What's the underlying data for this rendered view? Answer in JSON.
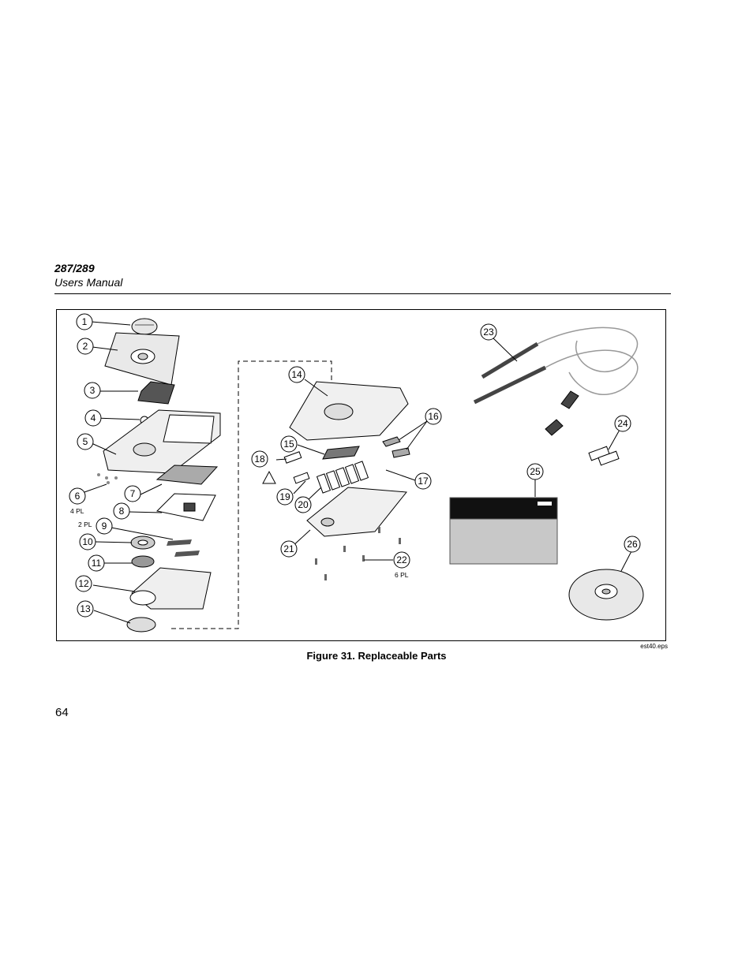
{
  "header": {
    "model": "287/289",
    "title": "Users Manual"
  },
  "figure": {
    "callouts": [
      "1",
      "2",
      "3",
      "4",
      "5",
      "6",
      "7",
      "8",
      "9",
      "10",
      "11",
      "12",
      "13",
      "14",
      "15",
      "16",
      "17",
      "18",
      "19",
      "20",
      "21",
      "22",
      "23",
      "24",
      "25",
      "26"
    ],
    "qty_notes": {
      "part6": "4 PL",
      "part9": "2 PL",
      "part22": "6 PL"
    },
    "file_id": "est40.eps",
    "caption": "Figure 31. Replaceable Parts"
  },
  "footer": {
    "page_number": "64"
  }
}
